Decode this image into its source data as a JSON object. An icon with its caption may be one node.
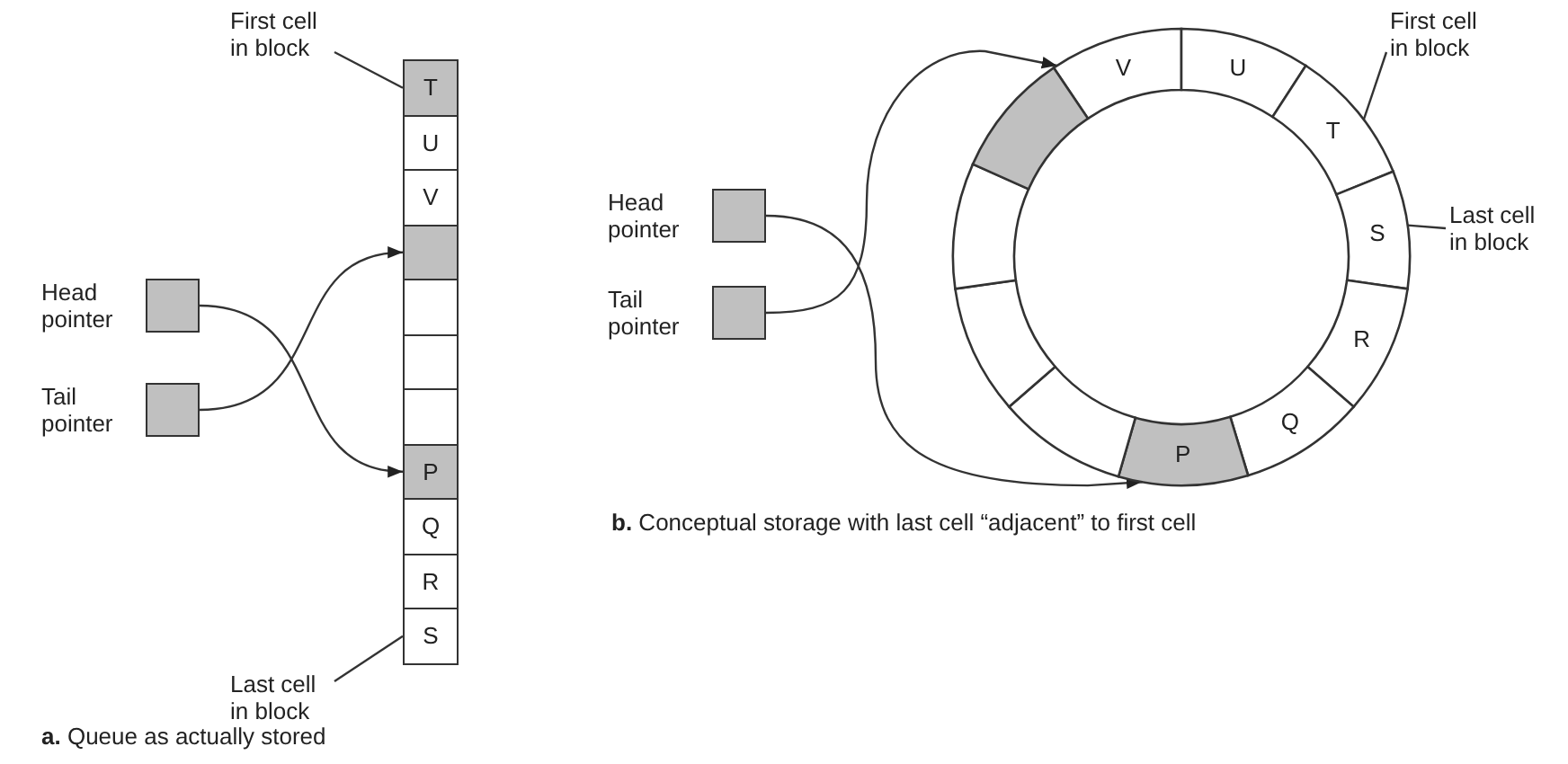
{
  "diagram": {
    "nodes": [
      {
        "text": [
          "First cell in block"
        ]
      },
      {
        "text": [
          "T"
        ]
      },
      {
        "text": [
          "U"
        ]
      },
      {
        "text": [
          "V"
        ]
      },
      {
        "text": [],
        "shape": "box"
      },
      {
        "text": [],
        "shape": "box"
      },
      {
        "text": [],
        "shape": "box"
      },
      {
        "text": [],
        "shape": "box"
      },
      {
        "text": [
          "P"
        ]
      },
      {
        "text": [
          "Q"
        ]
      },
      {
        "text": [
          "R"
        ]
      },
      {
        "text": [
          "S"
        ]
      },
      {
        "text": [
          "Head pointer"
        ]
      },
      {
        "text": [
          "Tail pointer"
        ]
      },
      {
        "text": [
          "Last cell in block"
        ]
      },
      {
        "text": [
          "Head pointer"
        ]
      },
      {
        "text": [
          "Tail pointer"
        ]
      },
      {
        "text": [
          "V"
        ]
      },
      {
        "text": [
          "U"
        ]
      },
      {
        "text": [
          "T"
        ]
      },
      {
        "text": [
          "S"
        ]
      },
      {
        "text": [
          "R"
        ]
      },
      {
        "text": [
          "Q"
        ]
      },
      {
        "text": [
          "P"
        ]
      },
      {
        "text": [],
        "shape": "segment"
      },
      {
        "text": [],
        "shape": "segment"
      },
      {
        "text": [],
        "shape": "segment"
      },
      {
        "text": [],
        "shape": "segment"
      },
      {
        "text": [
          "First cell in block"
        ]
      },
      {
        "text": [
          "Last cell in block"
        ]
      }
    ],
    "edges": [
      {
        "from": 0,
        "to": 1,
        "arrow": "none"
      },
      {
        "from": 12,
        "to": 8,
        "arrow": "to"
      },
      {
        "from": 13,
        "to": 4,
        "arrow": "to"
      },
      {
        "from": 14,
        "to": 11,
        "arrow": "none"
      },
      {
        "from": 15,
        "to": 23,
        "arrow": "to"
      },
      {
        "from": 16,
        "to": 27,
        "arrow": "to"
      },
      {
        "from": 28,
        "to": 19,
        "arrow": "none"
      },
      {
        "from": 29,
        "to": 20,
        "arrow": "none"
      }
    ],
    "labels": [
      "**b.** Conceptual storage with last cell “adjacent” to first cell",
      "**a.** Queue as actually stored"
    ]
  }
}
